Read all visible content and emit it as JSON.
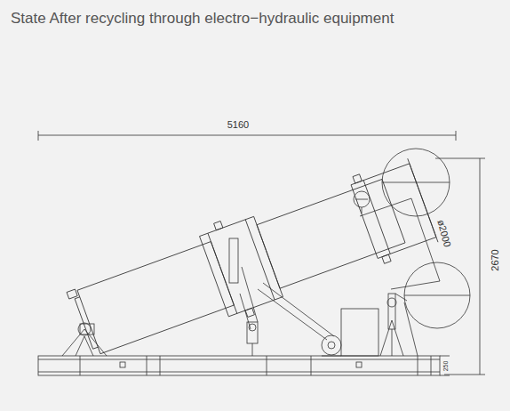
{
  "diagram": {
    "title": "State After recycling through electro−hydraulic equipment",
    "labels": [
      "5160",
      "2670",
      "ø2000",
      "250"
    ]
  }
}
